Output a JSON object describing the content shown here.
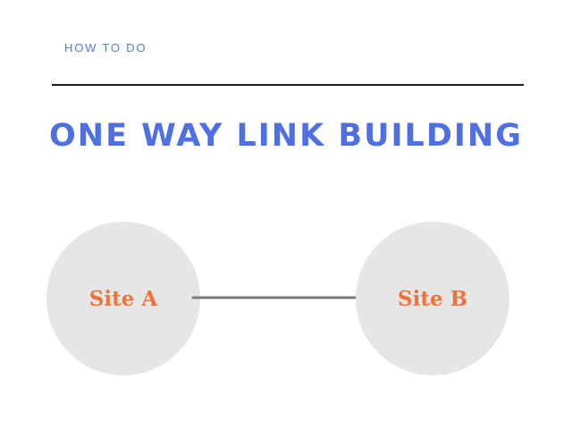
{
  "header": {
    "eyebrow": "HOW TO DO",
    "title": "ONE WAY LINK BUILDING"
  },
  "diagram": {
    "nodes": [
      {
        "label": "Site A"
      },
      {
        "label": "Site B"
      }
    ],
    "edge": {
      "from": "Site A",
      "to": "Site B",
      "direction": "one-way"
    }
  },
  "colors": {
    "title": "#4f6fe3",
    "eyebrow": "#5b79c4",
    "node_fill": "#e6e6e6",
    "node_label": "#f27138",
    "arrow": "#7a7a7a",
    "rule": "#1a1a1a"
  }
}
